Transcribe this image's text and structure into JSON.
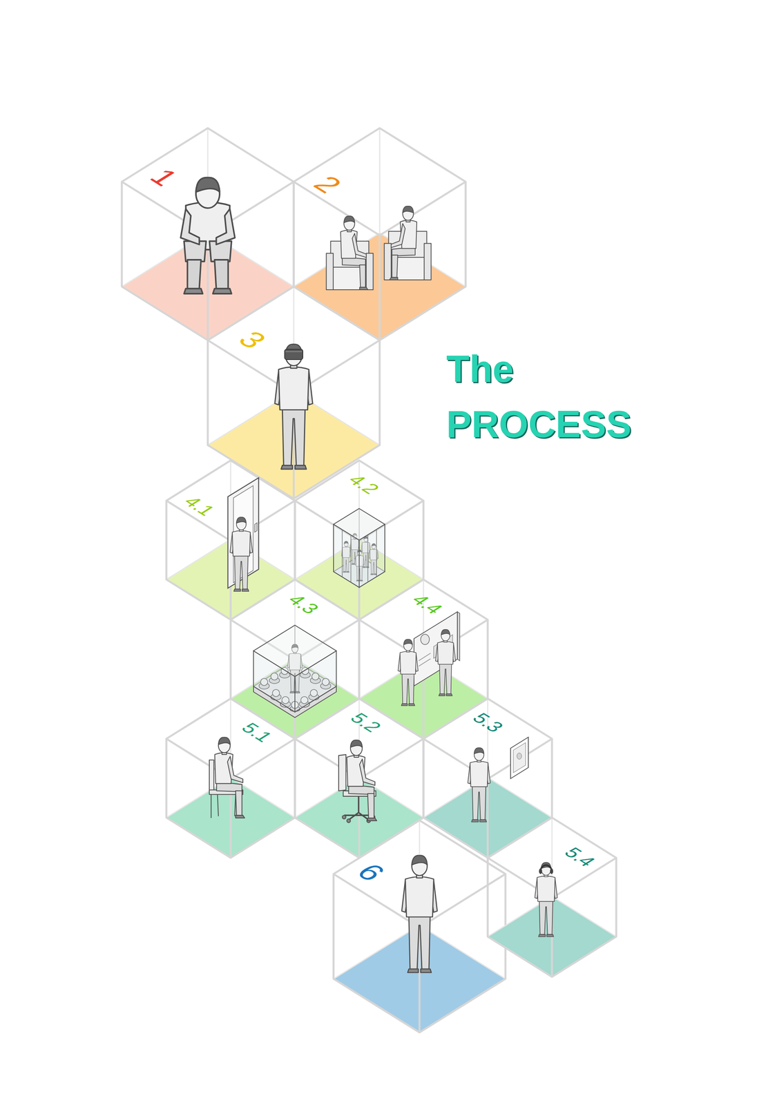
{
  "diagram": {
    "title": "The PROCESS",
    "nodes": [
      {
        "text": [
          "1"
        ]
      },
      {
        "text": [
          "2"
        ]
      },
      {
        "text": [
          "3"
        ]
      },
      {
        "text": [
          "4.1"
        ]
      },
      {
        "text": [
          "4.2"
        ]
      },
      {
        "text": [
          "4.3"
        ]
      },
      {
        "text": [
          "4.4"
        ]
      },
      {
        "text": [
          "5.1"
        ]
      },
      {
        "text": [
          "5.2"
        ]
      },
      {
        "text": [
          "5.3"
        ]
      },
      {
        "text": [
          "6"
        ]
      },
      {
        "text": [
          "5.4"
        ]
      }
    ]
  }
}
